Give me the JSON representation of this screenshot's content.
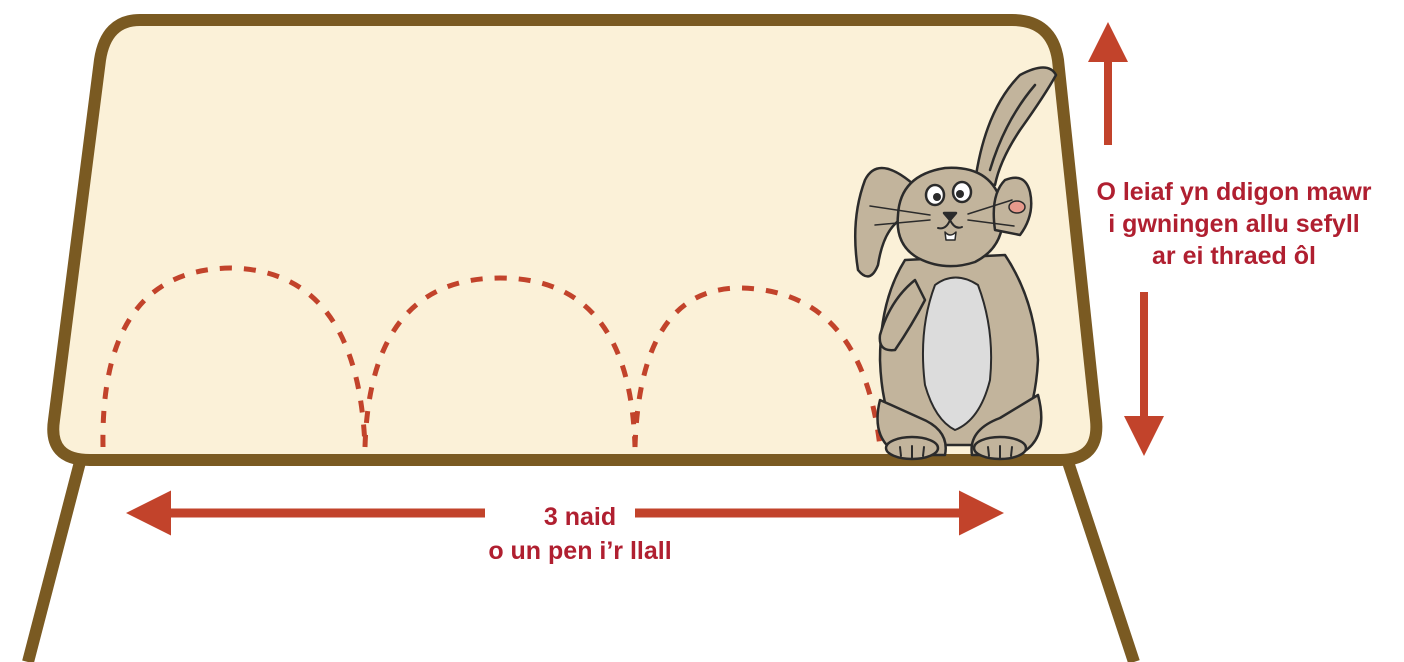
{
  "colors": {
    "frame": "#7a5a22",
    "panel": "#fbf1d8",
    "arrow": "#c2432b",
    "text": "#b01f30",
    "rabbit_fur": "#c2b49c",
    "rabbit_belly": "#dcdcdc",
    "outline": "#2b2b2b"
  },
  "annotations": {
    "height": {
      "lines": [
        "O leiaf yn ddigon mawr",
        "i gwningen allu sefyll",
        "ar ei thraed ôl"
      ]
    },
    "width": {
      "lines": [
        "3 naid",
        "o un pen i’r llall"
      ]
    }
  },
  "hops": {
    "count": 3
  },
  "icons": [
    "rabbit-illustration",
    "hop-path",
    "double-arrow-horizontal",
    "double-arrow-vertical"
  ]
}
